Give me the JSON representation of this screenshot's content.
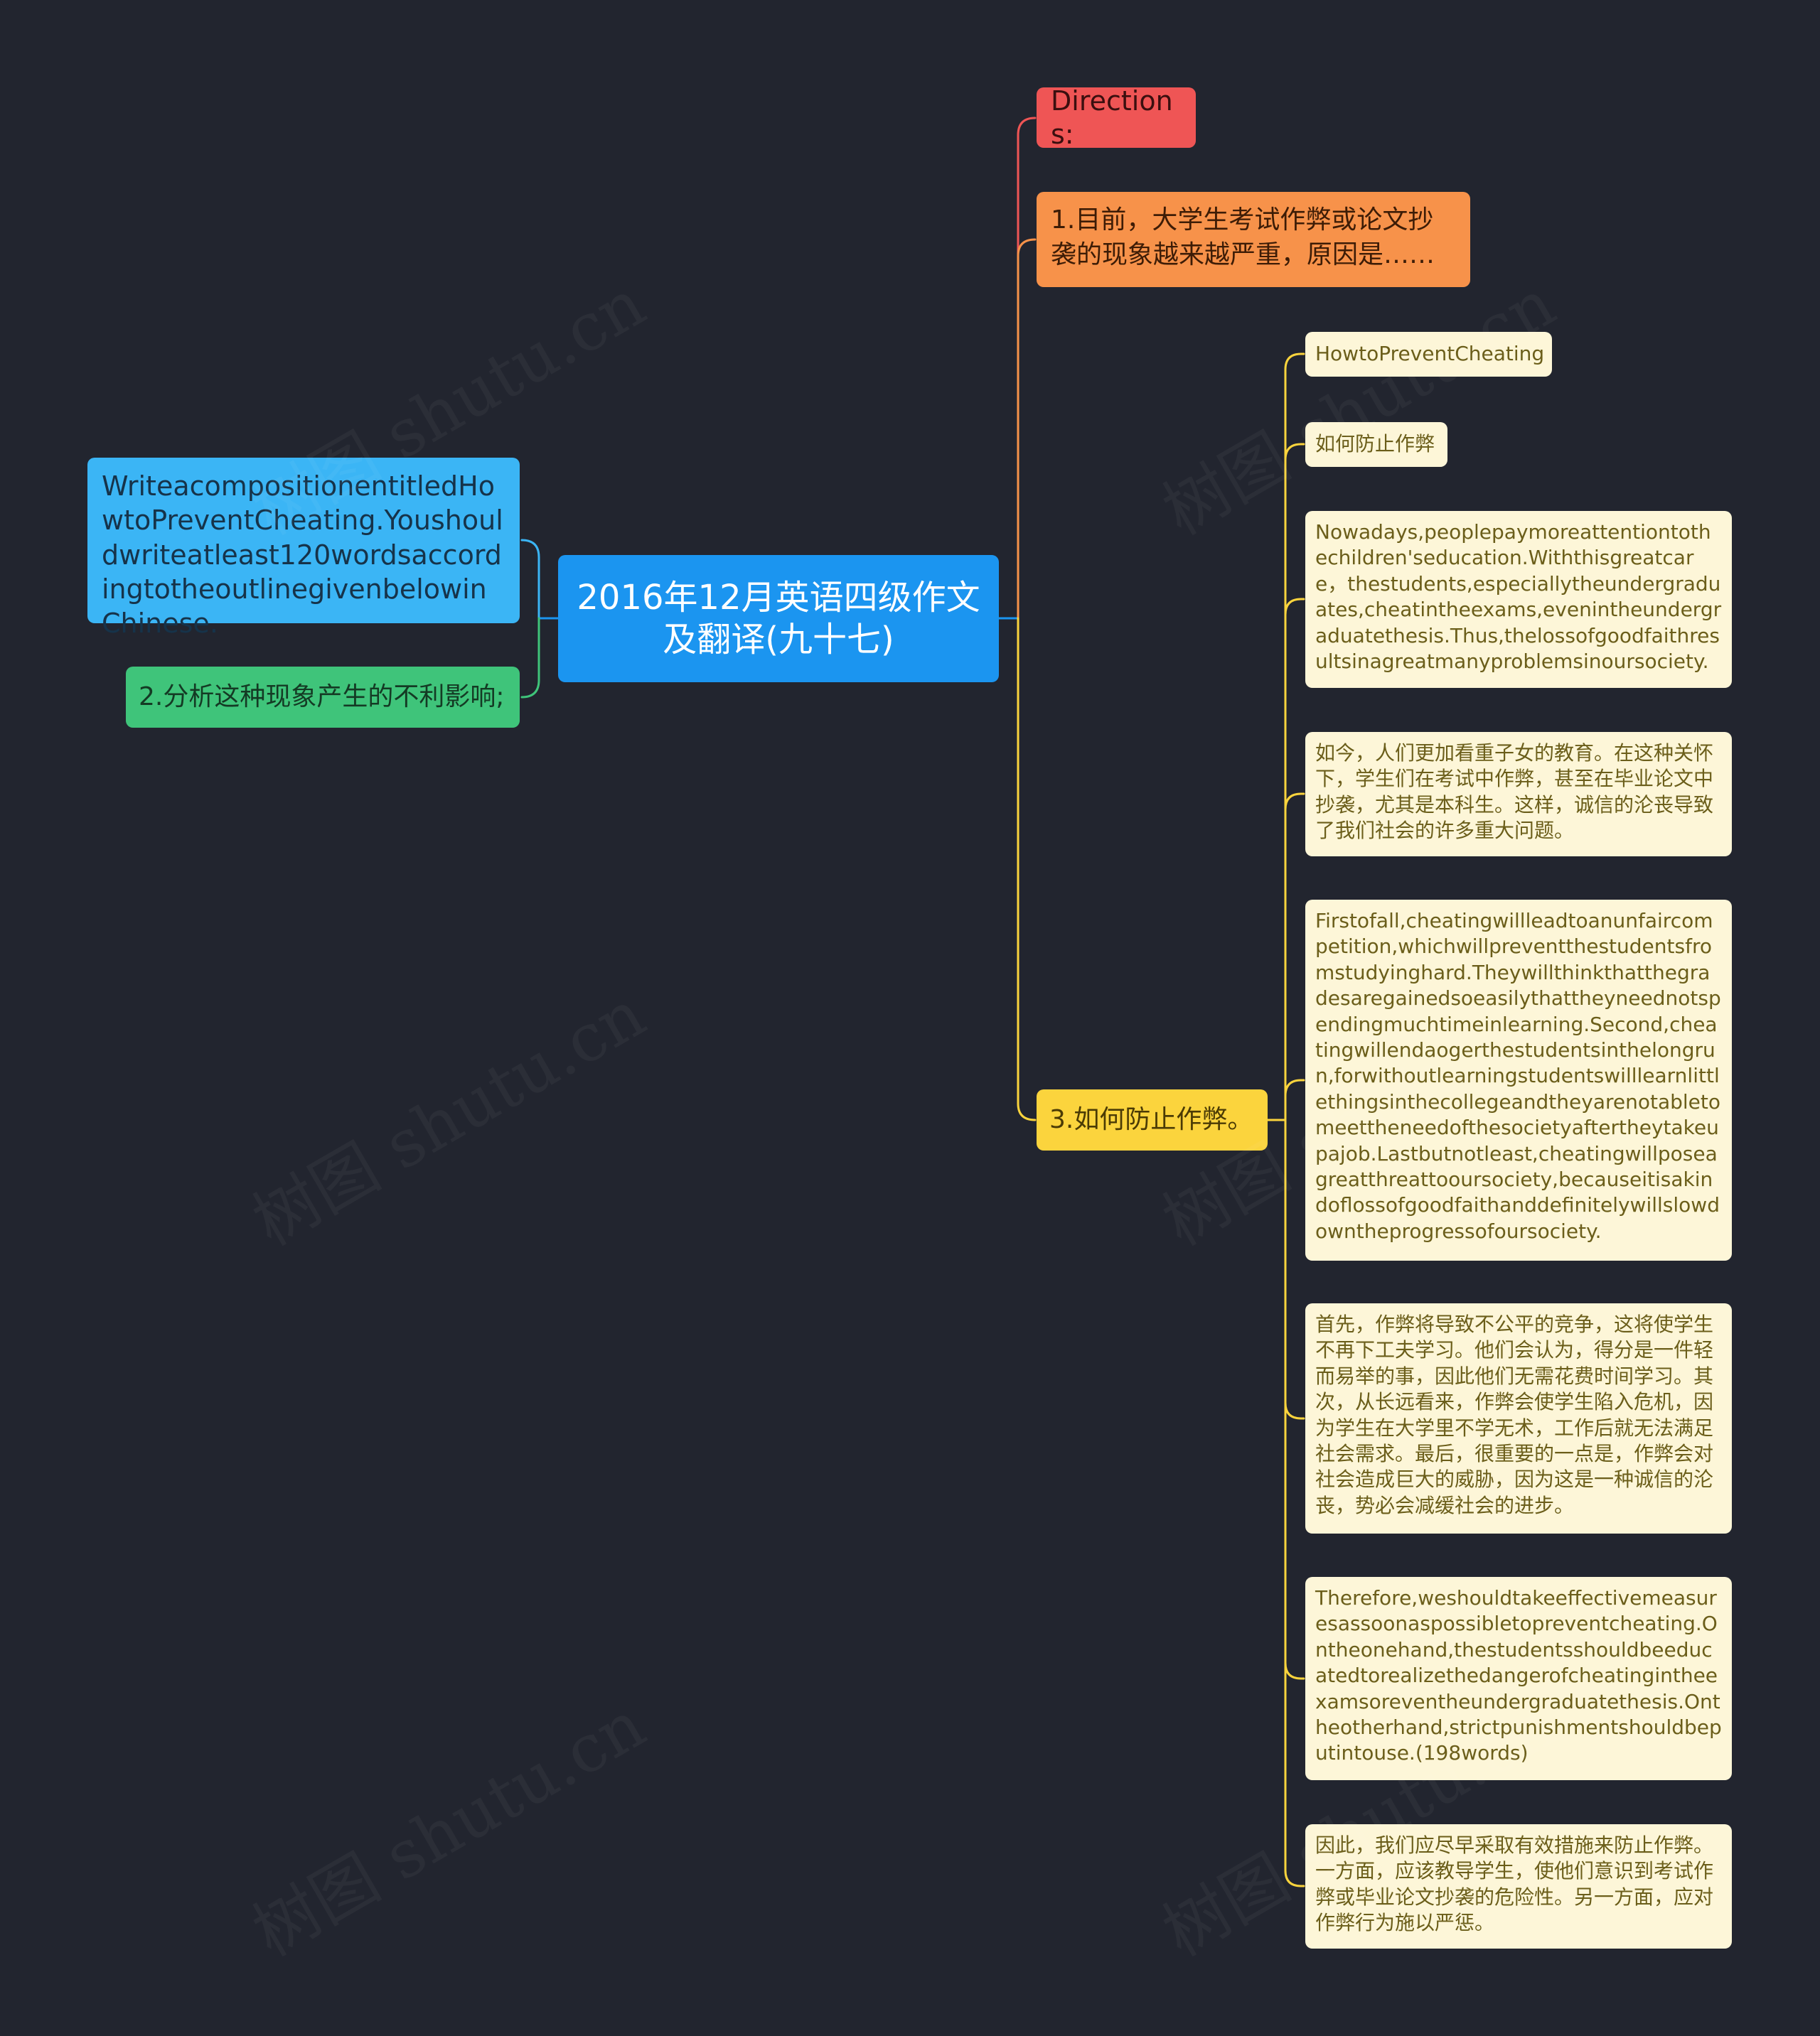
{
  "root": {
    "title": "2016年12月英语四级作文及翻译(九十七)"
  },
  "left": {
    "instruction": "WriteacompositionentitledHowtoPreventCheating.Youshouldwriteatleast120wordsaccordingtotheoutlinegivenbelowinChinese.",
    "point2": "2.分析这种现象产生的不利影响;"
  },
  "right": {
    "directions": "Directions:",
    "point1": "1.目前，大学生考试作弊或论文抄袭的现象越来越严重，原因是……",
    "point3": "3.如何防止作弊。",
    "details": [
      "HowtoPreventCheating",
      "如何防止作弊",
      "Nowadays,peoplepaymoreattentiontothechildren'seducation.Withthisgreatcare，thestudents,especiallytheundergraduates,cheatintheexams,evenintheundergraduatethesis.Thus,thelossofgoodfaithresultsinagreatmanyproblemsinoursociety.",
      "如今，人们更加看重子女的教育。在这种关怀下，学生们在考试中作弊，甚至在毕业论文中抄袭，尤其是本科生。这样，诚信的沦丧导致了我们社会的许多重大问题。",
      "Firstofall,cheatingwillleadtoanunfaircompetition,whichwillpreventthestudentsfromstudyinghard.Theywillthinkthatthegradesaregainedsoeasilythattheyneednotspendingmuchtimeinlearning.Second,cheatingwillendaogerthestudentsinthelongrun,forwithoutlearningstudentswilllearnlittlethingsinthecollegeandtheyarenotabletomeettheneedofthesocietyaftertheytakeupajob.Lastbutnotleast,cheatingwillposeagreatthreattooursociety,becauseitisakindoflossofgoodfaithanddefinitelywillslowdowntheprogressofoursociety.",
      "首先，作弊将导致不公平的竞争，这将使学生不再下工夫学习。他们会认为，得分是一件轻而易举的事，因此他们无需花费时间学习。其次，从长远看来，作弊会使学生陷入危机，因为学生在大学里不学无术，工作后就无法满足社会需求。最后，很重要的一点是，作弊会对社会造成巨大的威胁，因为这是一种诚信的沦丧，势必会减缓社会的进步。",
      "Therefore,weshouldtakeeffectivemeasuresassoonaspossibletopreventcheating.Ontheonehand,thestudentsshouldbeeducatedtorealizethedangerofcheatingintheexamsoreventheundergraduatethesis.Ontheotherhand,strictpunishmentshouldbeputintouse.(198words)",
      "因此，我们应尽早采取有效措施来防止作弊。一方面，应该教导学生，使他们意识到考试作弊或毕业论文抄袭的危险性。另一方面，应对作弊行为施以严惩。"
    ]
  },
  "watermark": "树图 shutu.cn",
  "colors": {
    "background": "#22252f",
    "root": "#1b95f0",
    "blue": "#3bb5f5",
    "green": "#3fc47a",
    "red": "#ef5555",
    "orange": "#f7924a",
    "yellow": "#fbd43d",
    "leaf": "#fdf6d8"
  }
}
